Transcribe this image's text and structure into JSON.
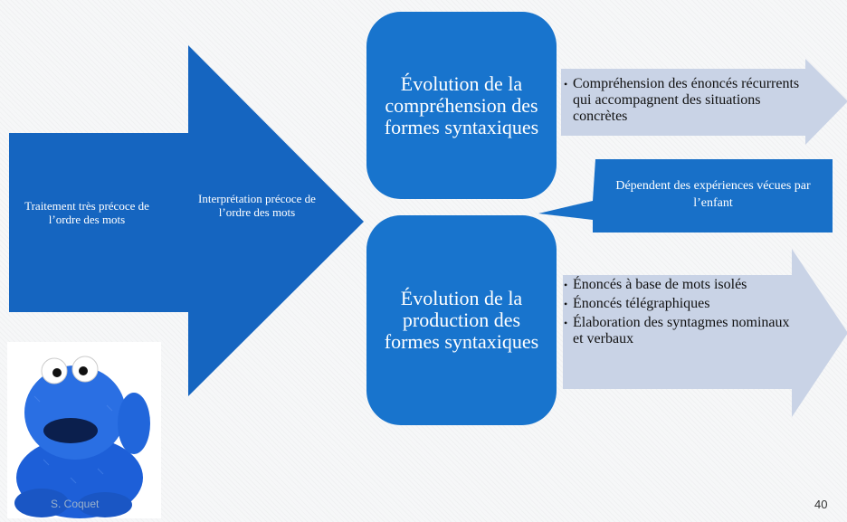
{
  "big_arrow": {
    "left_text": "Traitement très précoce de l’ordre des mots",
    "right_text": "Interprétation précoce de l’ordre des mots"
  },
  "comprehension_box": {
    "title": "Évolution de la compréhension des formes syntaxiques"
  },
  "comprehension_points": [
    "Compréhension des énoncés récurrents qui accompagnent des situations concrètes"
  ],
  "callout": {
    "text": "Dépendent des expériences vécues par l’enfant"
  },
  "production_box": {
    "title": "Évolution de la production des formes syntaxiques"
  },
  "production_points": [
    "Énoncés à base de mots isolés",
    "Énoncés télégraphiques",
    "Élaboration des syntagmes nominaux et verbaux"
  ],
  "footer": {
    "author": "S. Coquet"
  },
  "slide_number": "40",
  "colors": {
    "primary_blue": "#1565c0",
    "box_blue": "#1874cd",
    "light_arrow": "#c9d3e6",
    "callout_blue": "#1870c8"
  },
  "image": {
    "icon": "cookie-monster-plush-image"
  }
}
